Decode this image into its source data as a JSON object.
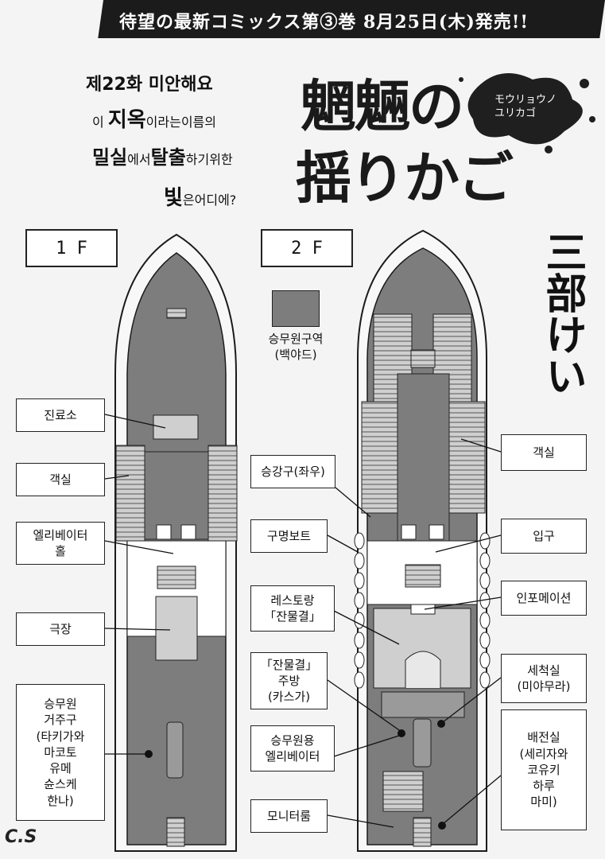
{
  "banner": {
    "text": "待望の最新コミックス第③巻 8月25日(木)発売!!"
  },
  "chapter": {
    "title": "제22화 미안해요"
  },
  "intro": {
    "line1_pre": "이",
    "line1_em": "지옥",
    "line1_post": "이라는이름의",
    "line2_em1": "밀실",
    "line2_mid": "에서",
    "line2_em2": "탈출",
    "line2_post": "하기위한",
    "line3_em": "빛",
    "line3_post": "은어디에?"
  },
  "logo": {
    "line1": "魍魎の",
    "line2": "揺りかご",
    "furigana": "モウリョウノ\nユリカゴ"
  },
  "author": "三部けい",
  "floors": {
    "f1": "1 F",
    "f2": "2 F"
  },
  "legend": {
    "crew_area_label": "승무원구역\n(백야드)"
  },
  "labels_left": [
    "진료소",
    "객실",
    "엘리베이터\n홀",
    "극장",
    "승무원\n거주구\n(타키가와\n마코토\n유메\n슌스케\n한나)"
  ],
  "labels_mid": [
    "승강구(좌우)",
    "구명보트",
    "레스토랑\n「잔물결」",
    "「잔물결」\n주방\n(카스가)",
    "승무원용\n엘리베이터",
    "모니터룸"
  ],
  "labels_right": [
    "객실",
    "입구",
    "인포메이션",
    "세척실\n(미야무라)",
    "배전실\n(세리자와\n코유키\n하루\n마미)"
  ],
  "watermark": "C.S",
  "colors": {
    "hull_fill": "#7d7d7d",
    "room_fill": "#cfcfcf",
    "open_fill": "#ffffff",
    "ink": "#1b1b1b"
  }
}
